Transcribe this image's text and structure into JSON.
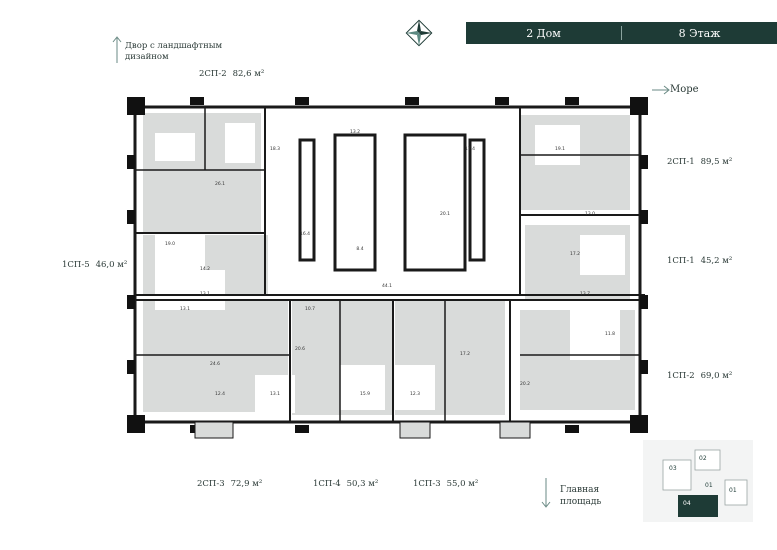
{
  "header": {
    "house": "2 Дом",
    "floor": "8 Этаж"
  },
  "labels": {
    "courtyard_line1": "Двор с ландшафтным",
    "courtyard_line2": "дизайном",
    "sea": "Море",
    "main_square_line1": "Главная",
    "main_square_line2": "площадь"
  },
  "apartments": {
    "sp2_2": {
      "name": "2СП-2",
      "area": "82,6 м²"
    },
    "sp1_1_top": {
      "name": "2СП-1",
      "area": "89,5 м²"
    },
    "sp1_5": {
      "name": "1СП-5",
      "area": "46,0 м²"
    },
    "sp1_1": {
      "name": "1СП-1",
      "area": "45,2 м²"
    },
    "sp1_2": {
      "name": "1СП-2",
      "area": "69,0 м²"
    },
    "sp2_3": {
      "name": "2СП-3",
      "area": "72,9 м²"
    },
    "sp1_4": {
      "name": "1СП-4",
      "area": "50,3 м²"
    },
    "sp1_3": {
      "name": "1СП-3",
      "area": "55,0 м²"
    }
  },
  "room_values": [
    "13.2",
    "18.3",
    "17.4",
    "19.1",
    "26.1",
    "16.4",
    "20.1",
    "8.4",
    "44.1",
    "19.0",
    "17.2",
    "14.2",
    "13.1",
    "13.7",
    "11.8",
    "13.0",
    "20.6",
    "17.2",
    "24.6",
    "13.1",
    "15.9",
    "12.3",
    "10.7",
    "20.2",
    "12.4",
    "13.1"
  ],
  "minimap": {
    "b1": "01",
    "b2": "02",
    "b3": "03",
    "b4": "04",
    "b5": "01"
  },
  "colors": {
    "accent": "#1e3b36",
    "wall": "#1a1a1a",
    "room_fill": "#d9dbda"
  }
}
